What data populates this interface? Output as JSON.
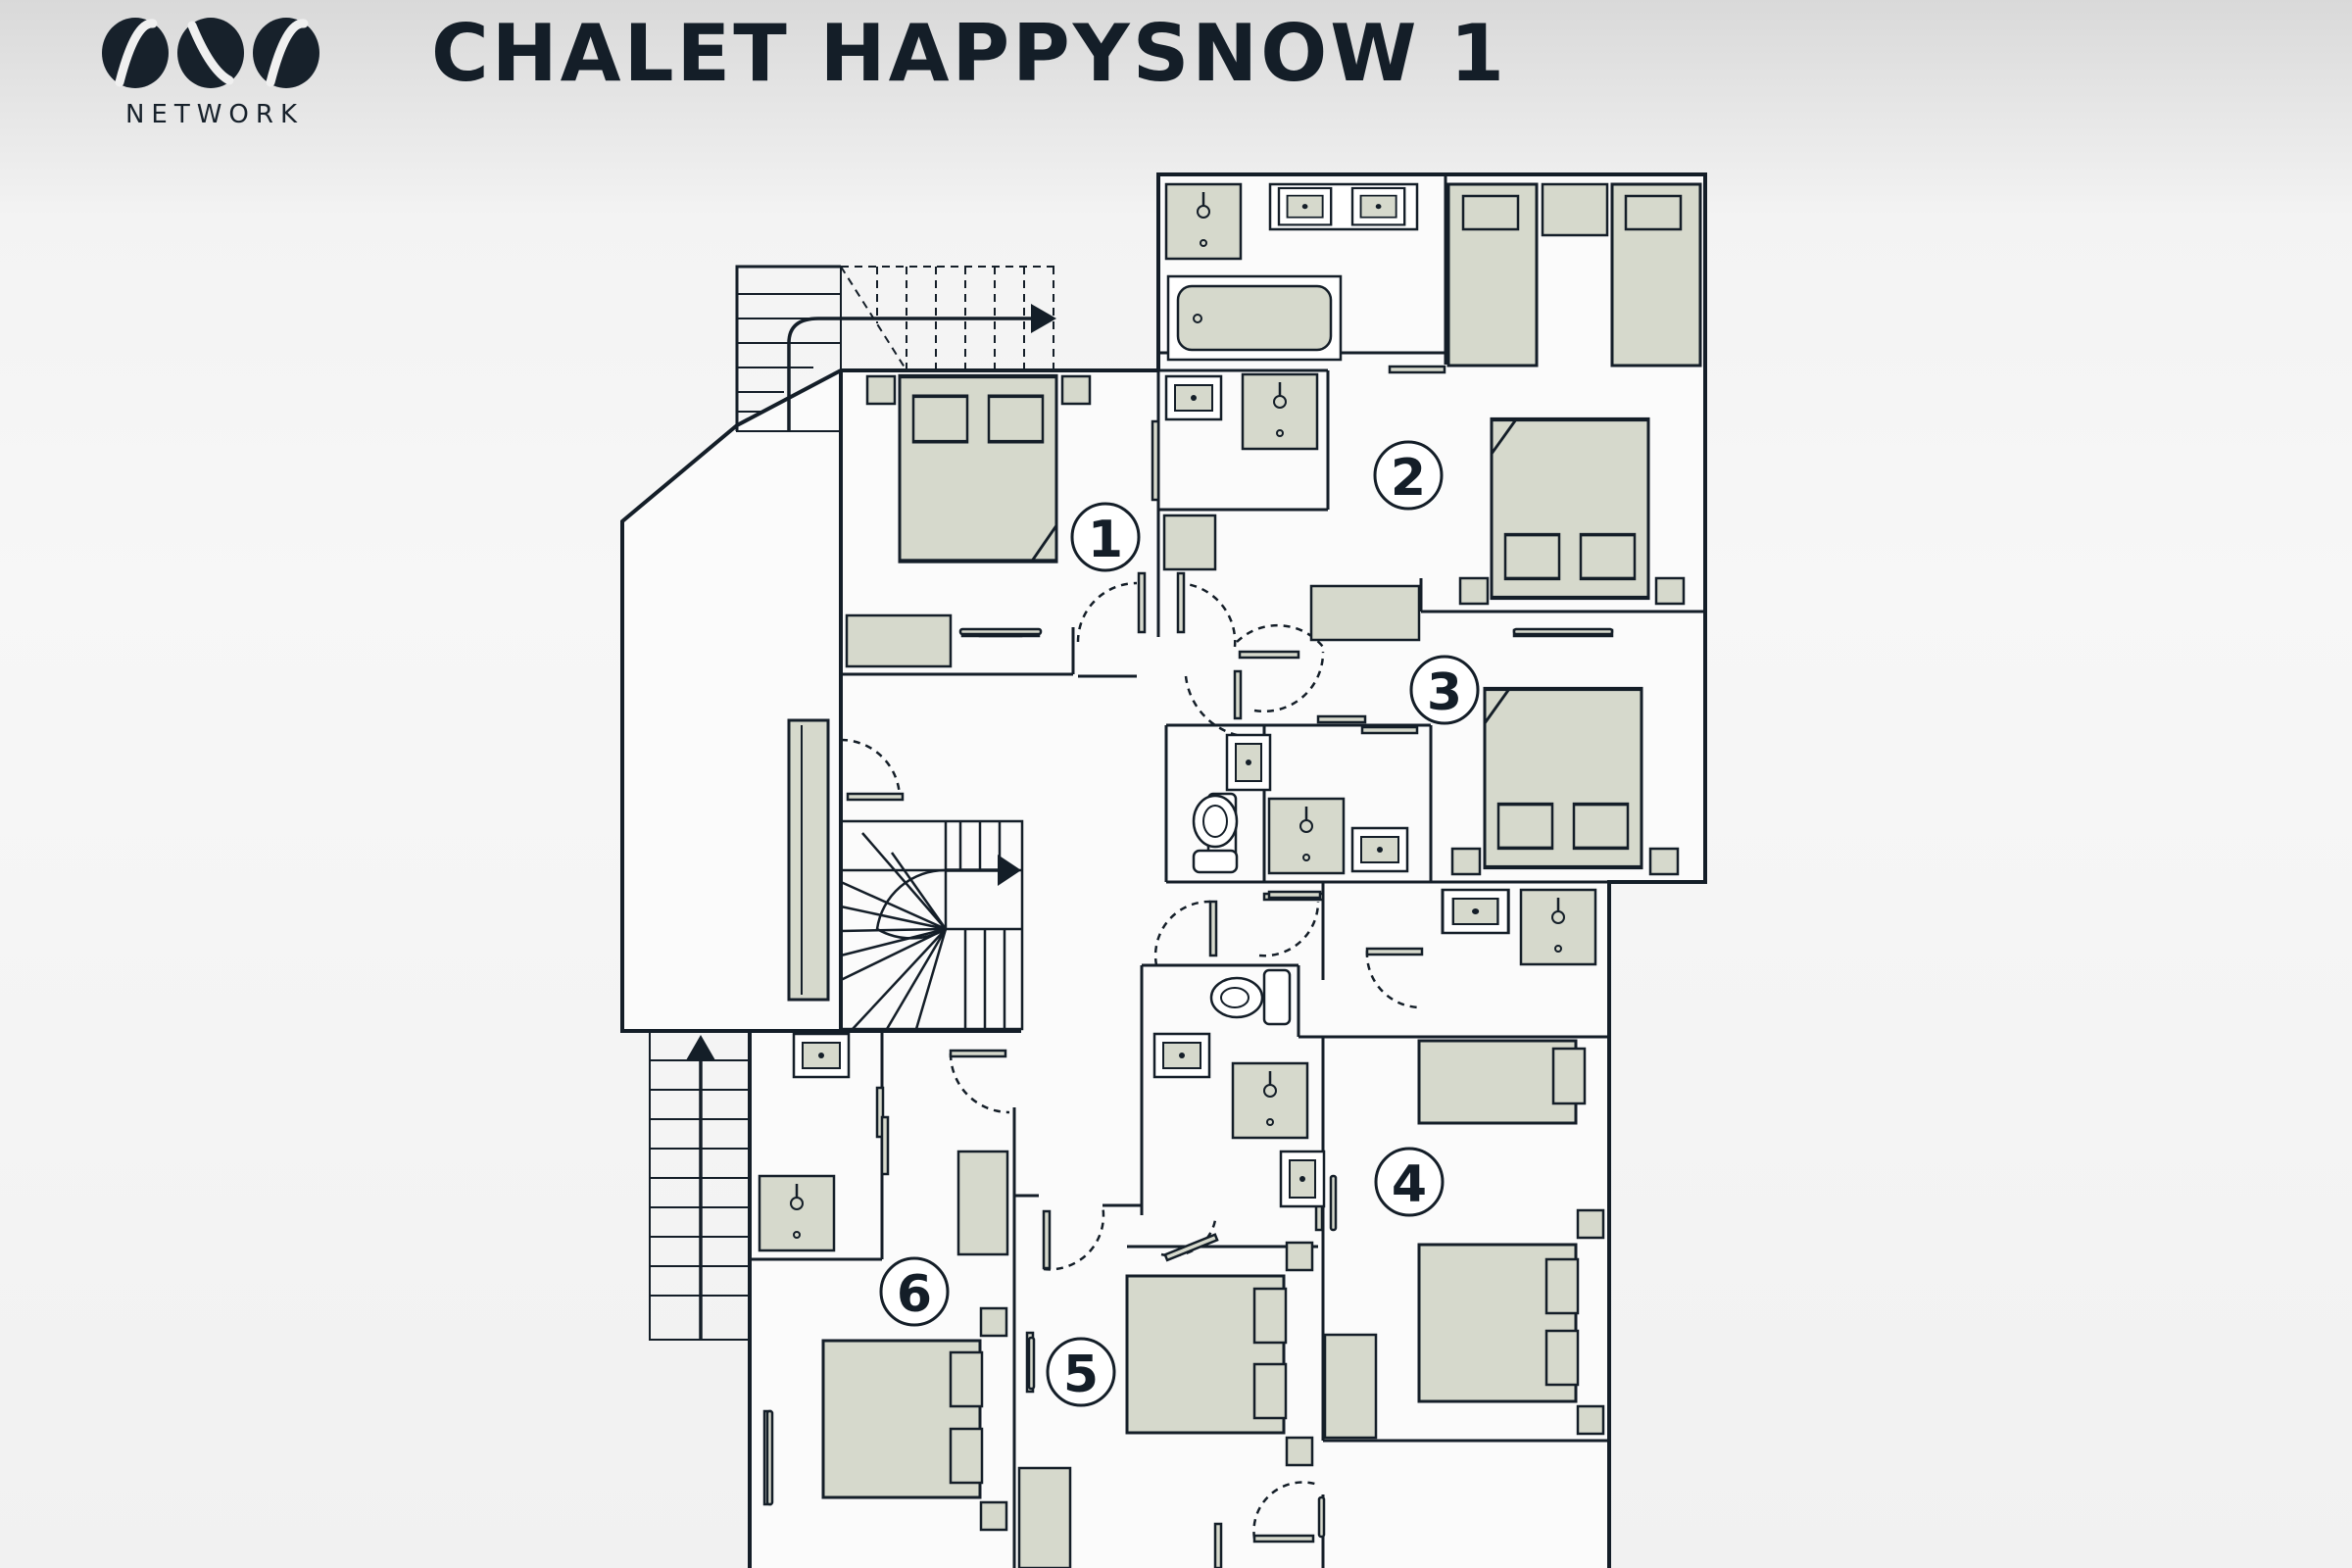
{
  "header": {
    "title": "CHALET HAPPYSNOW 1",
    "logo_sub": "NETWORK",
    "logo_icon": "ovo-network-logo-icon"
  },
  "colors": {
    "ink": "#141e28",
    "furniture_fill": "#d6d9cc",
    "floor_fill": "#fbfbfb",
    "background": "#efefef"
  },
  "rooms": [
    {
      "number": "1"
    },
    {
      "number": "2"
    },
    {
      "number": "3"
    },
    {
      "number": "4"
    },
    {
      "number": "5"
    },
    {
      "number": "6"
    }
  ]
}
